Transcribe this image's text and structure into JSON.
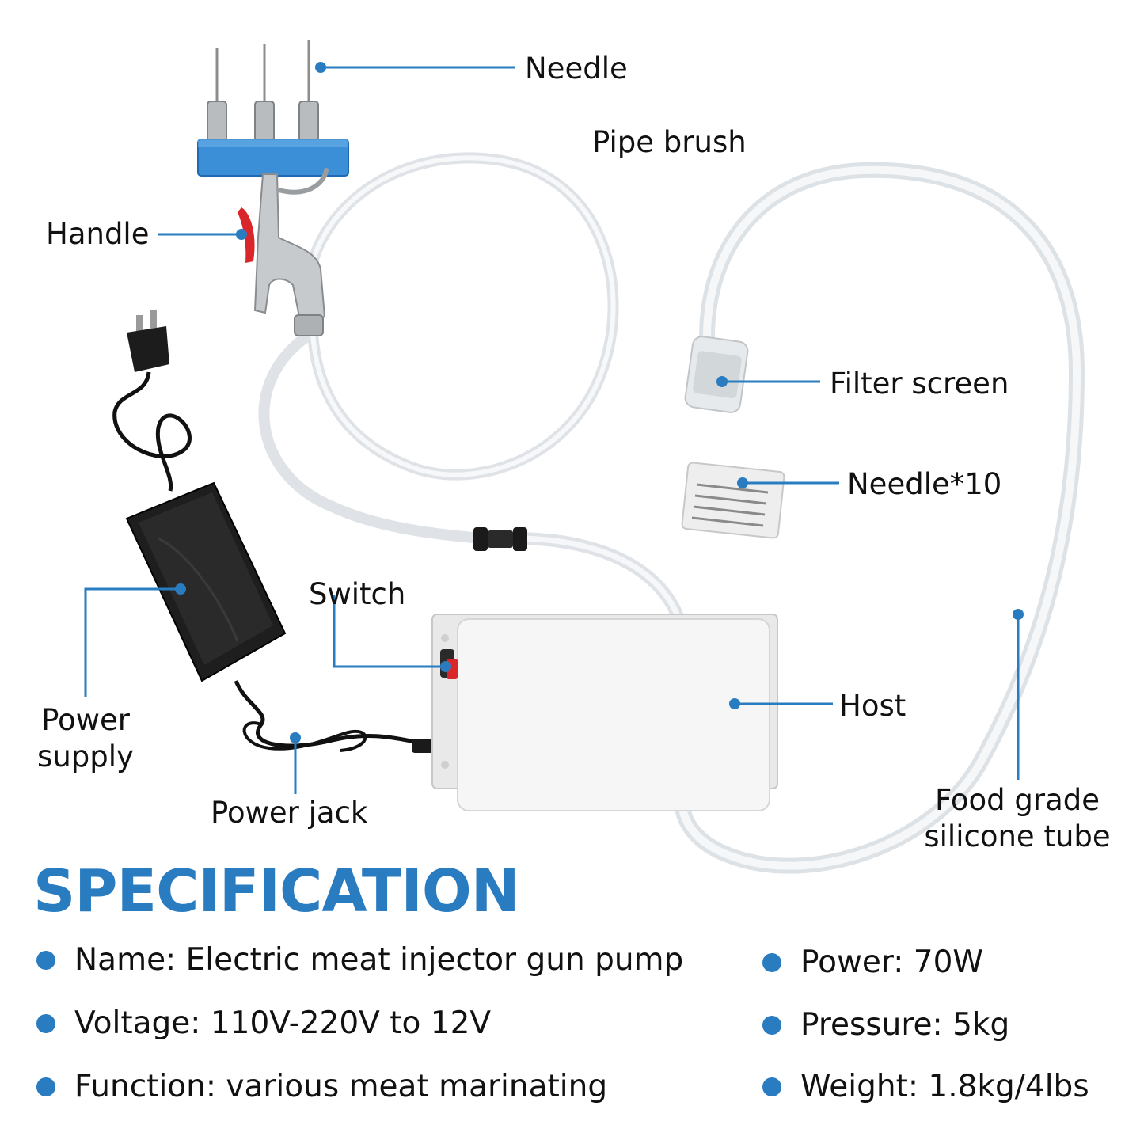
{
  "colors": {
    "accent": "#2a7cc0",
    "manifold": "#3b8fd6",
    "tube": "#d9dee2",
    "adapter": "#1e1e1e",
    "host_case": "#f4f4f4",
    "trigger": "#d8262a"
  },
  "callouts": {
    "needle": "Needle",
    "pipe_brush": "Pipe brush",
    "handle": "Handle",
    "filter_screen": "Filter screen",
    "needle_pack": "Needle*10",
    "switch": "Switch",
    "host": "Host",
    "power_supply_line1": "Power",
    "power_supply_line2": "supply",
    "power_jack": "Power jack",
    "tube_line1": "Food grade",
    "tube_line2": "silicone tube"
  },
  "spec": {
    "title": "SPECIFICATION",
    "left": [
      "Name: Electric meat injector gun pump",
      "Voltage: 110V-220V to 12V",
      "Function: various meat marinating"
    ],
    "right": [
      "Power: 70W",
      "Pressure: 5kg",
      "Weight: 1.8kg/4lbs"
    ]
  }
}
